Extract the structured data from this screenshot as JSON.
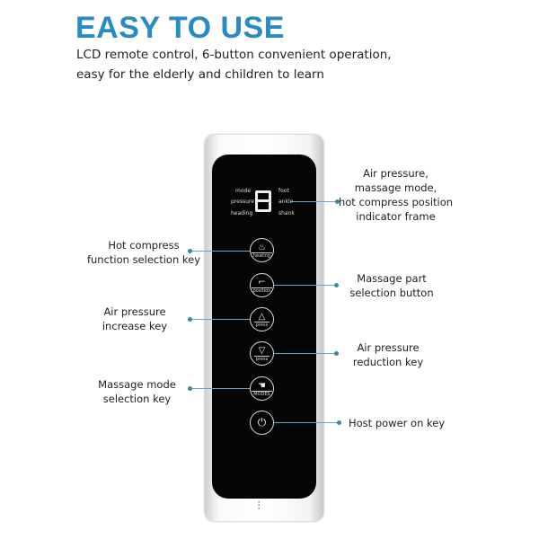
{
  "header": {
    "title": "EASY TO USE",
    "subtitle_lines": [
      "LCD remote control, 6-button convenient operation,",
      "easy for the elderly and children to learn"
    ]
  },
  "lcd": {
    "left_labels": [
      "mode",
      "pressure",
      "heading"
    ],
    "right_labels": [
      "foot",
      "ankle",
      "shank"
    ],
    "digit": "8"
  },
  "buttons": [
    {
      "icon": "heating-icon",
      "caption": "heating"
    },
    {
      "icon": "position-icon",
      "caption": "position"
    },
    {
      "icon": "pressure-up-icon",
      "caption": "press"
    },
    {
      "icon": "pressure-down-icon",
      "caption": "press"
    },
    {
      "icon": "mode-icon",
      "caption": "MODES"
    },
    {
      "icon": "power-icon",
      "caption": ""
    }
  ],
  "annotations": {
    "indicator": [
      "Air pressure,",
      "massage mode,",
      "hot compress position",
      "indicator frame"
    ],
    "hot_compress": [
      "Hot compress",
      "function selection key"
    ],
    "massage_part": [
      "Massage part",
      "selection button"
    ],
    "pressure_up": [
      "Air pressure",
      "increase key"
    ],
    "pressure_down": [
      "Air pressure",
      "reduction key"
    ],
    "massage_mode": [
      "Massage mode",
      "selection key"
    ],
    "power": [
      "Host power on key"
    ]
  },
  "colors": {
    "title": "#2a8ac4",
    "leader_line": "#6aa7bf",
    "panel": "#050505"
  }
}
